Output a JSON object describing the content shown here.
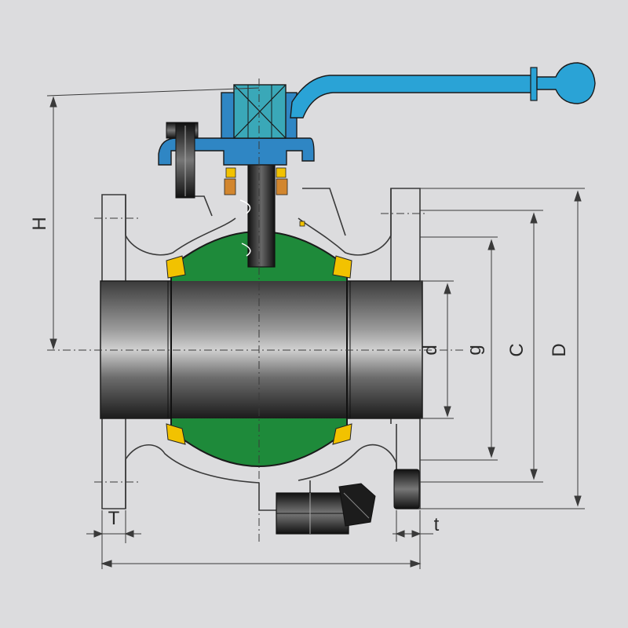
{
  "diagram": {
    "labels": {
      "H": "H",
      "d": "d",
      "g": "g",
      "C": "C",
      "D": "D",
      "T": "T",
      "t": "t"
    }
  },
  "colors": {
    "background": "#dcdcde",
    "line": "#3a3a3a",
    "ball": "#1e8a3a",
    "handle": "#2aa3d6",
    "gland": "#2f86c4",
    "seat": "#f2c200",
    "packing": "#d2862e",
    "stem": "#1a1a1a",
    "bore": "#2a2a2a"
  },
  "icons": {
    "handle": "lever-handle-icon",
    "ball": "ball-icon",
    "bolt": "bolt-icon"
  }
}
